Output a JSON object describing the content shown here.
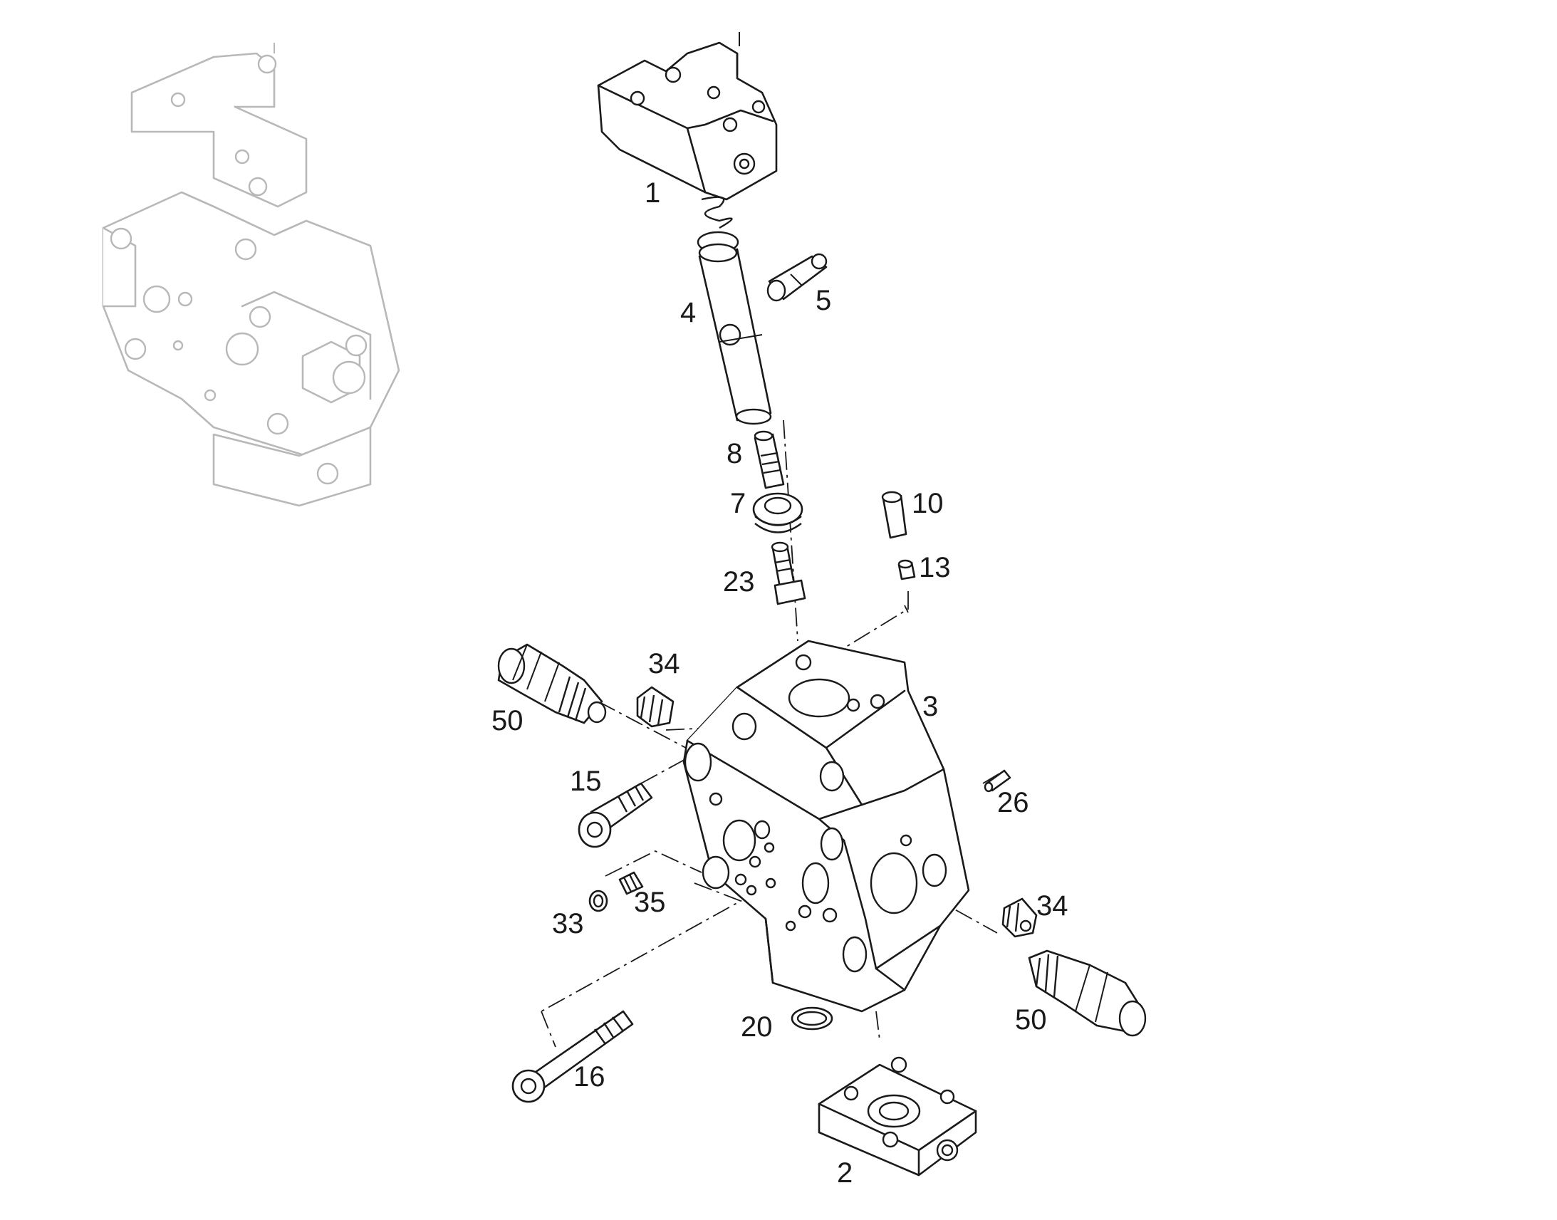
{
  "callouts": {
    "c1": "1",
    "c2": "2",
    "c3": "3",
    "c4": "4",
    "c5": "5",
    "c7": "7",
    "c8": "8",
    "c10": "10",
    "c13": "13",
    "c15": "15",
    "c16": "16",
    "c20": "20",
    "c23": "23",
    "c26": "26",
    "c33": "33",
    "c34a": "34",
    "c34b": "34",
    "c35": "35",
    "c50a": "50",
    "c50b": "50"
  }
}
